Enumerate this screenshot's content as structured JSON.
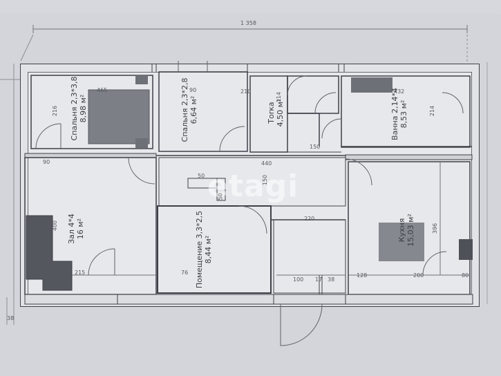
{
  "overall_width": "1 358",
  "left_offset": "38",
  "watermark": "etagi",
  "rooms": {
    "bedroom1": {
      "name": "Спальня 2,3*3,8",
      "area": "8,98 м²"
    },
    "bedroom2": {
      "name": "Спальня 2,3*2,8",
      "area": "6,64 м²"
    },
    "wc": {
      "name": "Тоrка",
      "area": "4,50 м²"
    },
    "bath": {
      "name": "Ванна 2,14*4",
      "area": "8,53 м²"
    },
    "hall": {
      "name": "Зал 4*4",
      "area": "16 м²"
    },
    "room": {
      "name": "Помещение 3,3*2,5",
      "area": "8,44 м²"
    },
    "kitchen": {
      "name": "Кухня",
      "area": "15,03 м²"
    }
  },
  "dims": {
    "d465": "465",
    "d216": "216",
    "d90a": "90",
    "d210": "210",
    "d114": "114",
    "d432": "432",
    "d214": "214",
    "d150a": "150",
    "d90b": "90",
    "d440": "440",
    "d50a": "50",
    "d50b": "50",
    "d150b": "150",
    "d400": "400",
    "d215": "215",
    "d76": "76",
    "d220": "220",
    "d396": "396",
    "d100": "100",
    "d17": "17",
    "d38": "38",
    "d128": "128",
    "d200": "200",
    "d80": "80"
  }
}
